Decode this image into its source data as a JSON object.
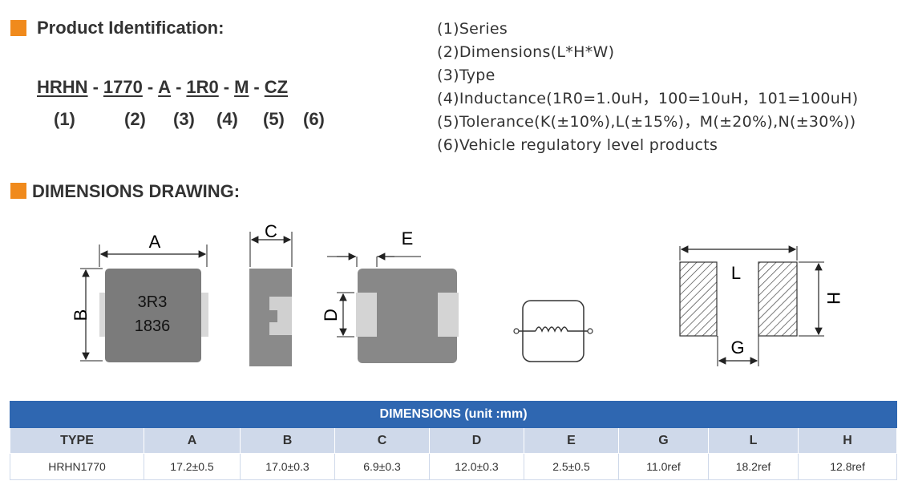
{
  "product_identification": {
    "title": "Product Identification:",
    "part_number": [
      {
        "code": "HRHN",
        "index": "(1)"
      },
      {
        "code": "1770",
        "index": "(2)"
      },
      {
        "code": "A",
        "index": "(3)"
      },
      {
        "code": "1R0",
        "index": "(4)"
      },
      {
        "code": "M",
        "index": "(5)"
      },
      {
        "code": "CZ",
        "index": "(6)"
      }
    ],
    "separator": "-",
    "legend": [
      "(1)Series",
      "(2)Dimensions(L*H*W)",
      "(3)Type",
      "(4)Inductance(1R0=1.0uH，100=10uH，101=100uH)",
      "(5)Tolerance(K(±10%),L(±15%)，M(±20%),N(±30%))",
      "(6)Vehicle regulatory level products"
    ]
  },
  "dimensions_drawing": {
    "title": "DIMENSIONS DRAWING:",
    "labels": {
      "A": "A",
      "B": "B",
      "C": "C",
      "D": "D",
      "E": "E",
      "L": "L",
      "H": "H",
      "G": "G"
    },
    "marking_line1": "3R3",
    "marking_line2": "1836"
  },
  "table": {
    "caption": "DIMENSIONS (unit :mm)",
    "headers": [
      "TYPE",
      "A",
      "B",
      "C",
      "D",
      "E",
      "G",
      "L",
      "H"
    ],
    "rows": [
      [
        "HRHN1770",
        "17.2±0.5",
        "17.0±0.3",
        "6.9±0.3",
        "12.0±0.3",
        "2.5±0.5",
        "11.0ref",
        "18.2ref",
        "12.8ref"
      ]
    ]
  },
  "colors": {
    "accent_square": "#f08a1c",
    "table_caption": "#2f67b1",
    "table_header": "#cfd9ea"
  }
}
